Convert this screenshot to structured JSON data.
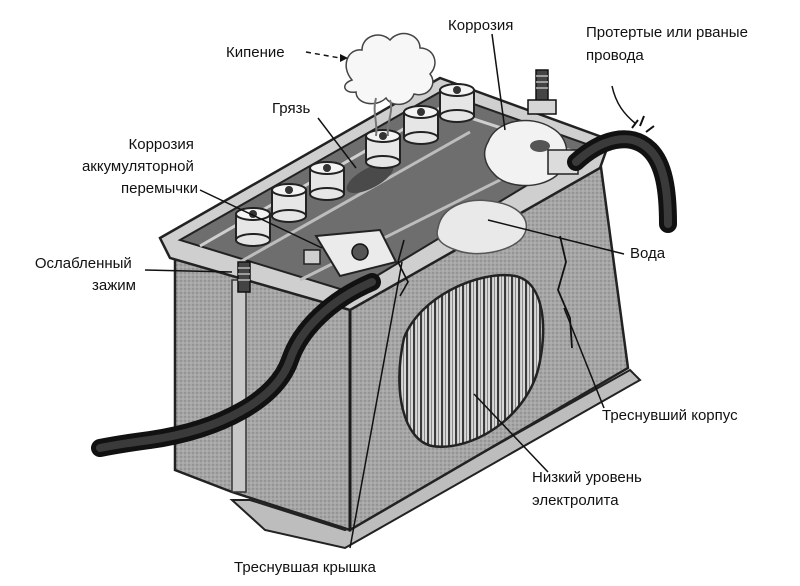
{
  "labels": {
    "boiling": "Кипение",
    "dirt": "Грязь",
    "corrosion_terminal": "Коррозия",
    "frayed_wires": [
      "Протертые или рваные",
      "провода"
    ],
    "corrosion_strap": [
      "Коррозия",
      "аккумуляторной",
      "перемычки"
    ],
    "loose_clamp": [
      "Ослабленный",
      "зажим"
    ],
    "water": "Вода",
    "cracked_case": "Треснувший корпус",
    "low_electrolyte": [
      "Низкий уровень",
      "электролита"
    ],
    "cracked_cover": "Треснувшая крышка"
  },
  "colors": {
    "ink": "#111111",
    "case_front": "#a9a9a9",
    "case_side": "#8f8f8f",
    "top": "#6e6e6e",
    "cell_cap": "#e6e6e6",
    "corrosion": "#f1f1f1"
  }
}
